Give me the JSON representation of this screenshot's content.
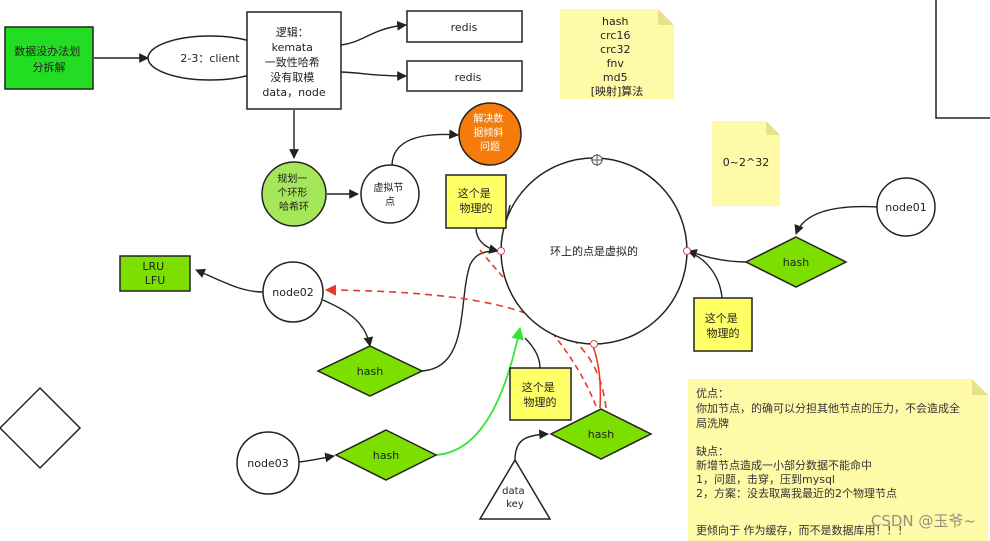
{
  "colors": {
    "green_box": "#22dd22",
    "lime": "#7cdf00",
    "light_green": "#a6e65a",
    "orange": "#f57c0a",
    "yellow": "#ffff66",
    "note_yellow": "#fffaa8",
    "red": "#e83a2a",
    "bright_green": "#33e633"
  },
  "nodes": {
    "data_split": [
      "数据没办法划",
      "分拆解"
    ],
    "client": "2-3：client",
    "logic": [
      "逻辑：",
      "kemata",
      "一致性哈希",
      "没有取模",
      "data，node"
    ],
    "redis_top": "redis",
    "redis_bottom": "redis",
    "hash_note": [
      "hash",
      "crc16",
      "crc32",
      "fnv",
      "md5",
      "[映射]算法"
    ],
    "range_note": "0~2^32",
    "ring_plan": [
      "规划一",
      "个环形",
      "哈希环"
    ],
    "virtual_node": [
      "虚拟节",
      "点"
    ],
    "solve_skew": [
      "解决数",
      "据倾斜",
      "问题"
    ],
    "ring_label": "环上的点是虚拟的",
    "physical_1": [
      "这个是",
      "物理的"
    ],
    "physical_2": [
      "这个是",
      "物理的"
    ],
    "physical_3": [
      "这个是",
      "物理的"
    ],
    "node01": "node01",
    "node02": "node02",
    "node03": "node03",
    "hash_right": "hash",
    "hash_node02": "hash",
    "hash_node03": "hash",
    "hash_datakey": "hash",
    "lru_lfu": [
      "LRU",
      "LFU"
    ],
    "data_key": [
      "data",
      "key"
    ],
    "pros_cons": [
      "优点：",
      "你加节点，的确可以分担其他节点的压力，不会造成全",
      "局洗牌",
      "",
      "缺点：",
      "新增节点造成一小部分数据不能命中",
      "1，问题，击穿，压到mysql",
      "2，方案：没去取离我最近的2个物理节点",
      "",
      "",
      "更倾向于 作为缓存，而不是数据库用！！！"
    ]
  },
  "watermark": "CSDN @玉爷~"
}
